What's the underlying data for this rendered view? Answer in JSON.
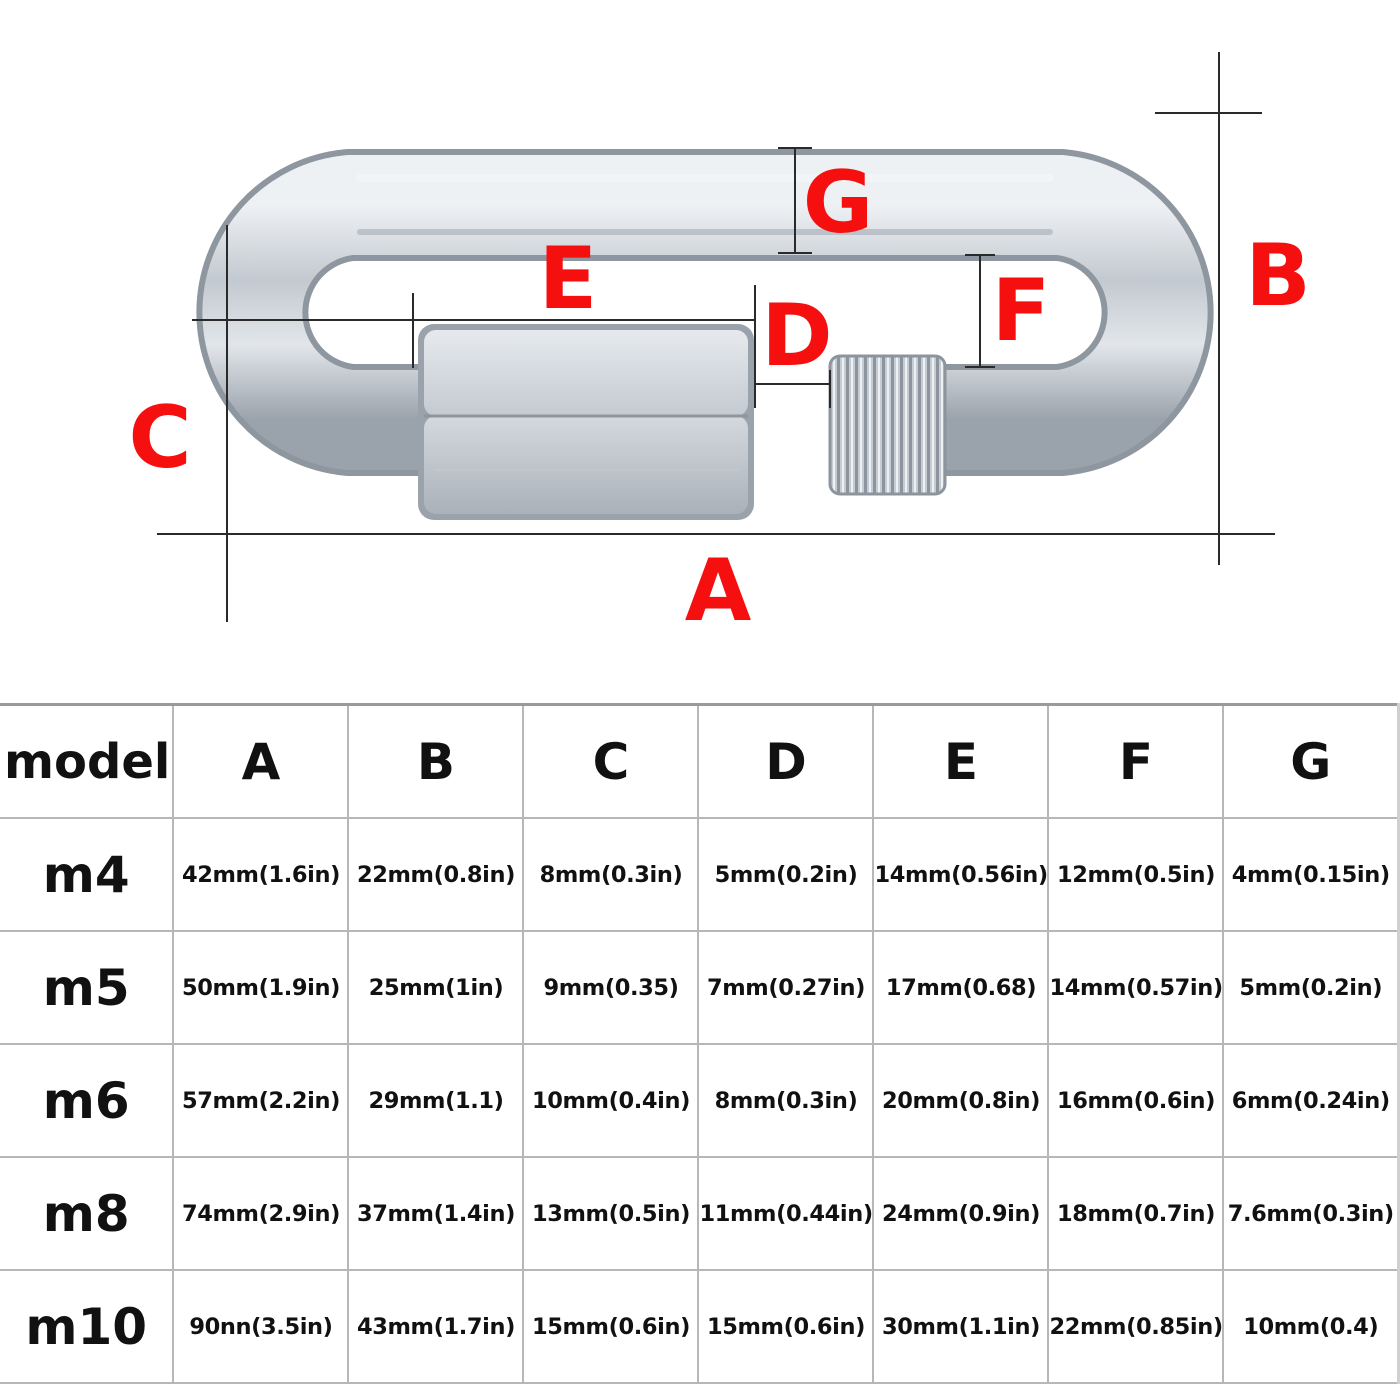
{
  "diagram": {
    "labels": {
      "A": "A",
      "B": "B",
      "C": "C",
      "D": "D",
      "E": "E",
      "F": "F",
      "G": "G"
    },
    "label_color": "#f50f0f",
    "steel_color": "#c9cfd6"
  },
  "table": {
    "headers": [
      "model",
      "A",
      "B",
      "C",
      "D",
      "E",
      "F",
      "G"
    ],
    "rows": [
      [
        "m4",
        "42mm(1.6in)",
        "22mm(0.8in)",
        "8mm(0.3in)",
        "5mm(0.2in)",
        "14mm(0.56in)",
        "12mm(0.5in)",
        "4mm(0.15in)"
      ],
      [
        "m5",
        "50mm(1.9in)",
        "25mm(1in)",
        "9mm(0.35)",
        "7mm(0.27in)",
        "17mm(0.68)",
        "14mm(0.57in)",
        "5mm(0.2in)"
      ],
      [
        "m6",
        "57mm(2.2in)",
        "29mm(1.1)",
        "10mm(0.4in)",
        "8mm(0.3in)",
        "20mm(0.8in)",
        "16mm(0.6in)",
        "6mm(0.24in)"
      ],
      [
        "m8",
        "74mm(2.9in)",
        "37mm(1.4in)",
        "13mm(0.5in)",
        "11mm(0.44in)",
        "24mm(0.9in)",
        "18mm(0.7in)",
        "7.6mm(0.3in)"
      ],
      [
        "m10",
        "90nn(3.5in)",
        "43mm(1.7in)",
        "15mm(0.6in)",
        "15mm(0.6in)",
        "30mm(1.1in)",
        "22mm(0.85in)",
        "10mm(0.4)"
      ]
    ]
  }
}
